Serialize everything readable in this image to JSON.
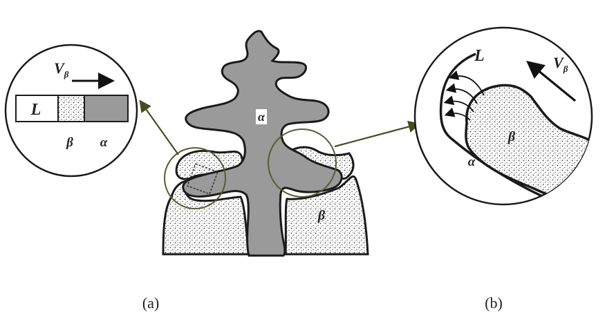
{
  "figure": {
    "left_inset": {
      "velocity_label": "V",
      "velocity_subscript": "β",
      "liquid_label": "L",
      "beta_label": "β",
      "alpha_label": "α"
    },
    "center": {
      "alpha_label": "α",
      "beta_label": "β"
    },
    "right_inset": {
      "liquid_label": "L",
      "velocity_label": "V",
      "velocity_subscript": "β",
      "beta_label": "β",
      "alpha_label": "α"
    },
    "captions": {
      "a": "(a)",
      "b": "(b)"
    }
  },
  "colors": {
    "alpha_fill": "#9a9a9a",
    "outline": "#1a1a1a",
    "arrow_olive": "#4a4a22",
    "circle_olive": "#5a5a30"
  }
}
